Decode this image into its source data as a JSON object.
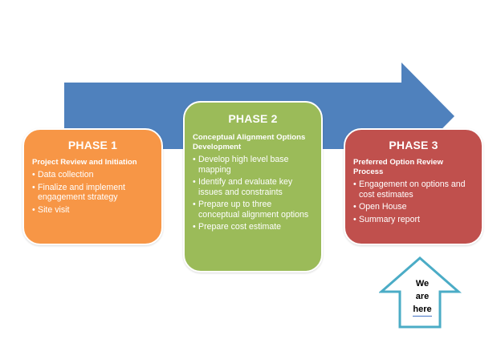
{
  "colors": {
    "arrow": "#4f81bd",
    "phase1": "#f79646",
    "phase2": "#9bbb59",
    "phase3": "#c0504d",
    "here_outline": "#4bacc6"
  },
  "phases": [
    {
      "title": "PHASE 1",
      "subtitle": "Project Review and Initiation",
      "items": [
        "Data collection",
        "Finalize and implement engagement strategy",
        "Site visit"
      ]
    },
    {
      "title": "PHASE 2",
      "subtitle": "Conceptual Alignment Options Development",
      "items": [
        "Develop high level base mapping",
        "Identify and evaluate key issues and constraints",
        "Prepare up to three conceptual alignment options",
        "Prepare cost estimate"
      ]
    },
    {
      "title": "PHASE 3",
      "subtitle": "Preferred Option Review Process",
      "items": [
        "Engagement on options and cost estimates",
        "Open House",
        "Summary report"
      ]
    }
  ],
  "marker": {
    "words": [
      "We",
      "are",
      "here"
    ]
  }
}
